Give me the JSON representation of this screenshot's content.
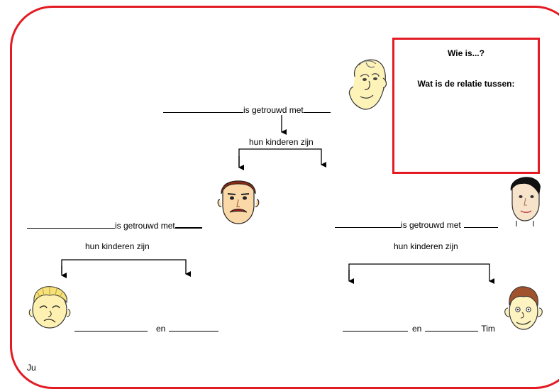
{
  "question_box": {
    "title": "Wie is...?",
    "subtitle": "Wat is de relatie tussen:"
  },
  "top": {
    "married": "is getrouwd met",
    "children": "hun kinderen zijn"
  },
  "left": {
    "married": "is getrouwd met",
    "children": "hun kinderen zijn",
    "and": "en"
  },
  "right": {
    "married": "is getrouwd met",
    "children": "hun kinderen zijn",
    "and": "en",
    "name": "Tim"
  },
  "footer": {
    "text": "Ju"
  },
  "colors": {
    "border": "#e31b23"
  }
}
